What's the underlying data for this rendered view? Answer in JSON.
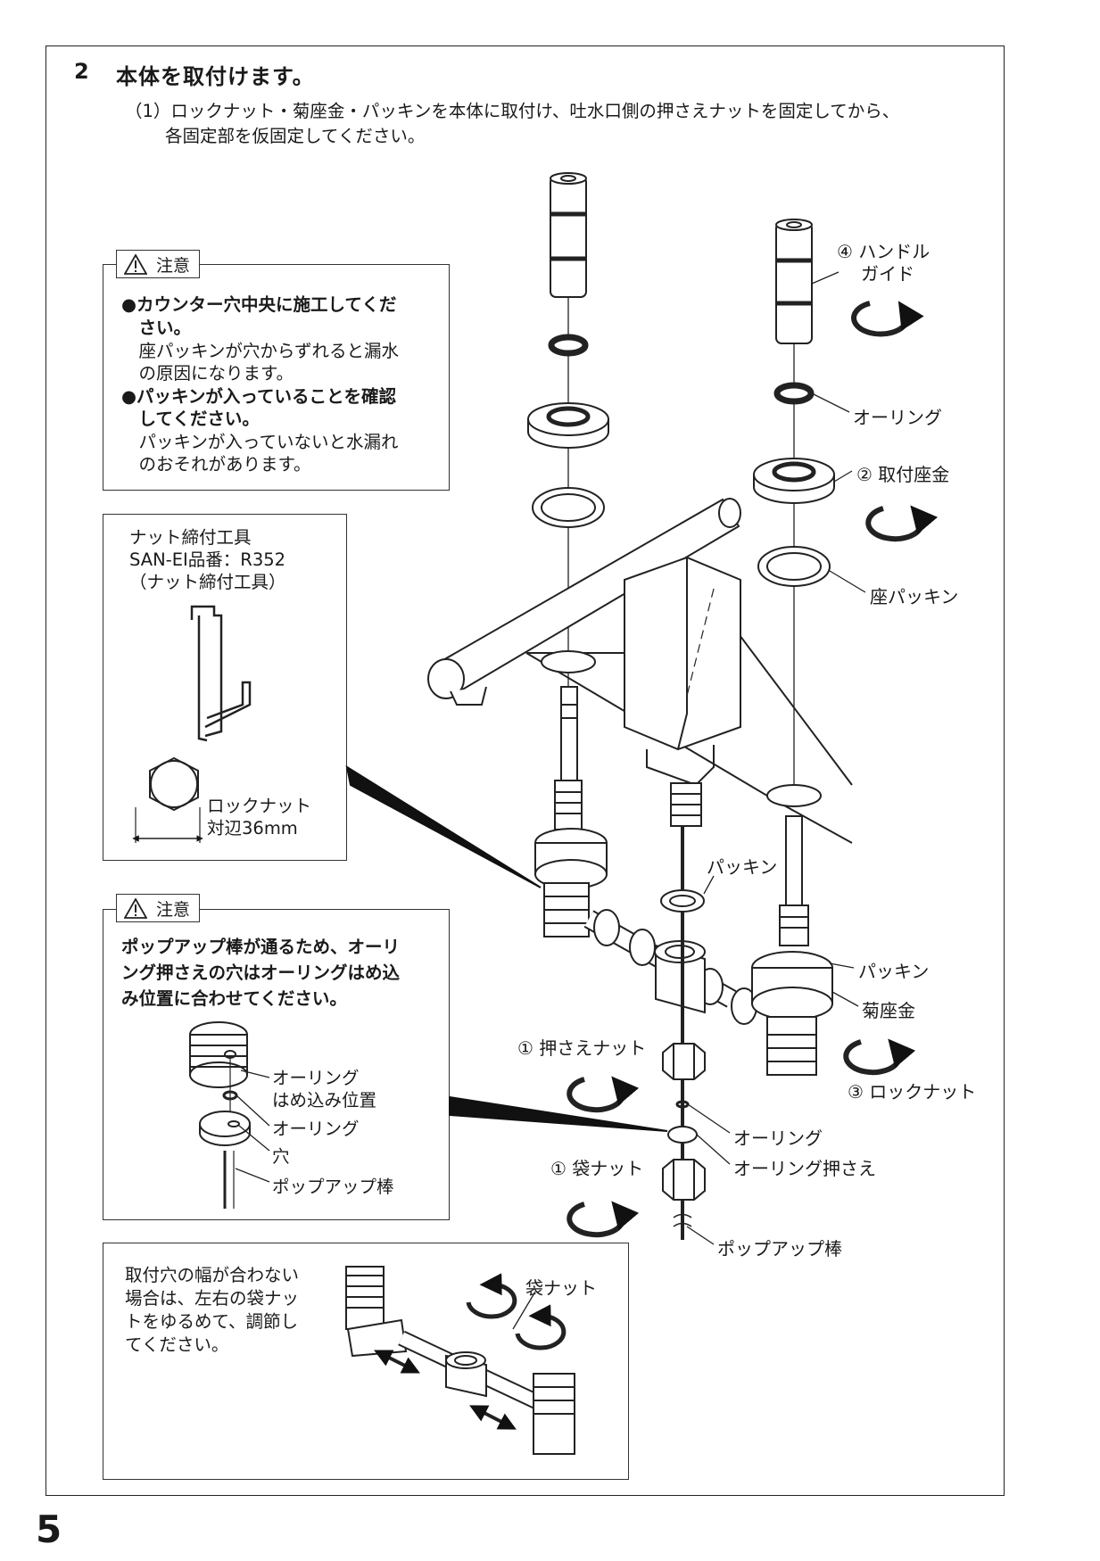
{
  "header": {
    "step_number": "2",
    "step_title": "本体を取付けます。",
    "instruction_line1": "（1）ロックナット・菊座金・パッキンを本体に取付け、吐水口側の押さえナットを固定してから、",
    "instruction_line2": "各固定部を仮固定してください。"
  },
  "caution_box_1": {
    "tag": "注意",
    "lines": [
      "●カウンター穴中央に施工してくだ",
      "　さい。",
      "　座パッキンが穴からずれると漏水",
      "　の原因になります。",
      "●パッキンが入っていることを確認",
      "　してください。",
      "　パッキンが入っていないと水漏れ",
      "　のおそれがあります。"
    ]
  },
  "tool_box": {
    "lines": [
      "ナット締付工具",
      "SAN-EI品番：R352",
      "（ナット締付工具）"
    ],
    "nut_label_1": "ロックナット",
    "nut_label_2": "対辺36mm"
  },
  "caution_box_2": {
    "tag": "注意",
    "lines": [
      "ポップアップ棒が通るため、オーリ",
      "ング押さえの穴はオーリングはめ込",
      "み位置に合わせてください。"
    ],
    "label_oring_pos_1": "オーリング",
    "label_oring_pos_2": "はめ込み位置",
    "label_oring": "オーリング",
    "label_hole": "穴",
    "label_popup": "ポップアップ棒"
  },
  "adjust_box": {
    "lines": [
      "取付穴の幅が合わない",
      "場合は、左右の袋ナッ",
      "トをゆるめて、調節し",
      "てください。"
    ],
    "label_nut": "袋ナット"
  },
  "diagram_labels": {
    "handle_guide_1": "④ ハンドル",
    "handle_guide_2": "ガイド",
    "oring_top": "オーリング",
    "mount_washer": "② 取付座金",
    "seat_packing": "座パッキン",
    "packing_center": "パッキン",
    "packing_right": "パッキン",
    "kiku_washer": "菊座金",
    "lock_nut": "③ ロックナット",
    "press_nut": "① 押さえナット",
    "oring_bottom": "オーリング",
    "oring_holder": "オーリング押さえ",
    "cap_nut": "① 袋ナット",
    "popup_rod": "ポップアップ棒"
  },
  "page_number": "5"
}
